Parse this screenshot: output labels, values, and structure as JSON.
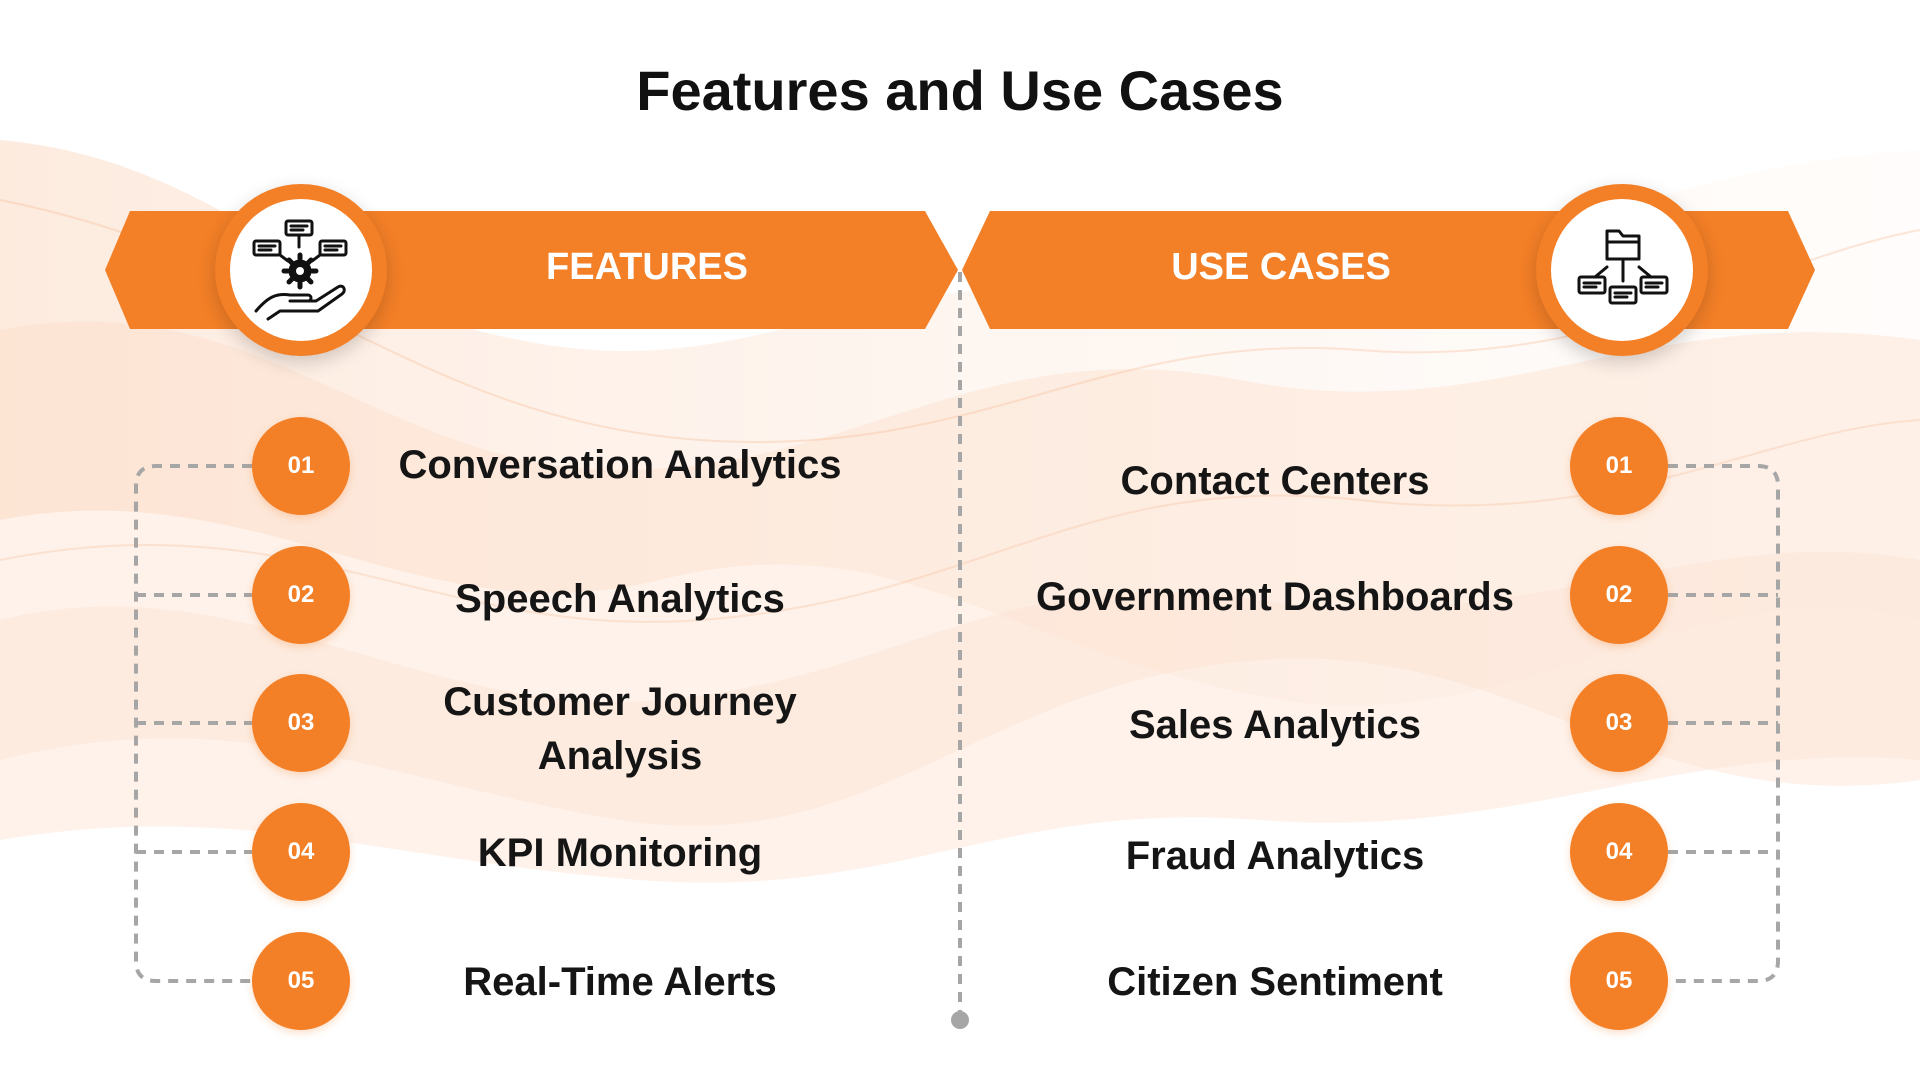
{
  "title": "Features and Use Cases",
  "colors": {
    "accent": "#f37f27",
    "text": "#151515",
    "connector": "#a6a6a6",
    "background_wave": "#fde2cf"
  },
  "features": {
    "label": "FEATURES",
    "icon": "hand-gear-network-icon",
    "items": [
      {
        "number": "01",
        "text": "Conversation Analytics"
      },
      {
        "number": "02",
        "text": "Speech Analytics"
      },
      {
        "number": "03",
        "text": "Customer Journey\nAnalysis"
      },
      {
        "number": "04",
        "text": "KPI Monitoring"
      },
      {
        "number": "05",
        "text": "Real-Time Alerts"
      }
    ]
  },
  "use_cases": {
    "label": "USE CASES",
    "icon": "folder-hierarchy-icon",
    "items": [
      {
        "number": "01",
        "text": "Contact Centers"
      },
      {
        "number": "02",
        "text": "Government Dashboards"
      },
      {
        "number": "03",
        "text": "Sales Analytics"
      },
      {
        "number": "04",
        "text": "Fraud Analytics"
      },
      {
        "number": "05",
        "text": "Citizen Sentiment"
      }
    ]
  }
}
